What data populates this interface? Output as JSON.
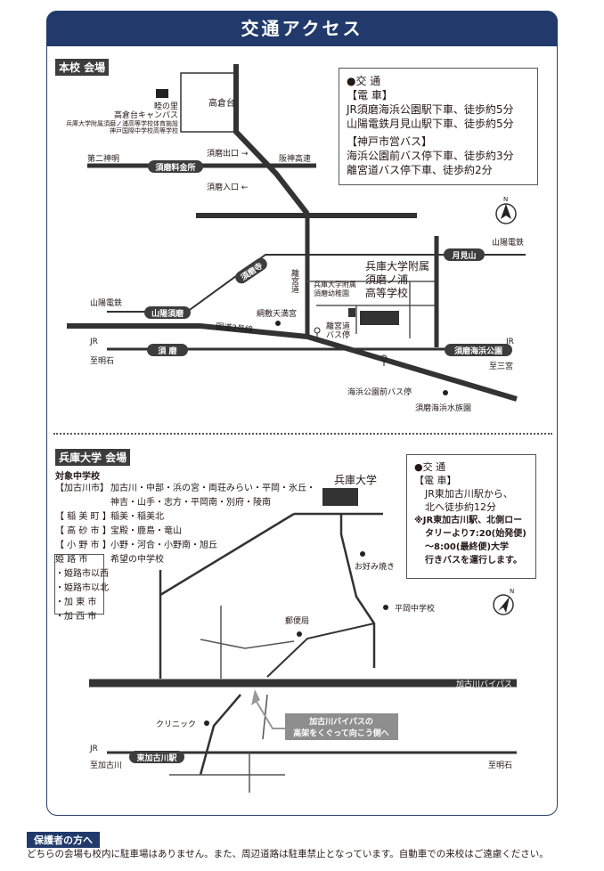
{
  "title": "交通アクセス",
  "section1": {
    "label": "本校 会場",
    "info_box": {
      "heading": "●交 通",
      "train_label": "【電 車】",
      "train_lines": [
        "JR須磨海浜公園駅下車、徒歩約5分",
        "山陽電鉄月見山駅下車、徒歩約5分"
      ],
      "bus_label": "【神戸市営バス】",
      "bus_lines": [
        "海浜公園前バス停下車、徒歩約3分",
        "離宮道バス停下車、徒歩約2分"
      ]
    },
    "map_labels": {
      "campus_box": "高倉台",
      "campus_lines": [
        "睦の里",
        "高倉台キャンパス",
        "兵庫大学附属須磨ノ浦高等学校体育施設",
        "神戸国際中学校高等学校"
      ],
      "sumade": "須磨出口 →",
      "hanshin": "阪神高速",
      "daini": "第二神明",
      "ryokin": "須磨料金所",
      "sumairi": "須磨入口 ←",
      "sanyo_right": "山陽電鉄",
      "tsukimiyama": "月見山",
      "rikyumichi": "離宮道",
      "main_school": [
        "兵庫大学附属",
        "須磨ノ浦",
        "高等学校"
      ],
      "youchien": [
        "兵庫大学附属",
        "須磨幼稚園"
      ],
      "sumadera": "須磨寺",
      "sanyo_left": "山陽電鉄",
      "sanyo_suma": "山陽須磨",
      "tsunashiki": "綱敷天満宮",
      "kokudo": "国道2号線",
      "rikyu_bus": [
        "離宮道",
        "バス停"
      ],
      "jr_left": "JR",
      "jr_right": "JR",
      "suma": "須 磨",
      "suma_kaihin": "須磨海浜公園",
      "to_akashi": "至明石",
      "to_sannomiya": "至三宮",
      "kaihin_bus": "海浜公園前バス停",
      "aquarium": "須磨海浜水族園",
      "north": "N"
    }
  },
  "section2": {
    "label": "兵庫大学 会場",
    "schools_heading": "対象中学校",
    "schools": [
      {
        "area": "【加古川市】",
        "names": "加古川・中部・浜の宮・両荘みらい・平岡・氷丘・"
      },
      {
        "area": "",
        "names": "神吉・山手・志方・平岡南・別府・陵南"
      },
      {
        "area": "【 稲 美 町 】",
        "names": "稲美・稲美北"
      },
      {
        "area": "【 高 砂 市 】",
        "names": "宝殿・鹿島・竜山"
      },
      {
        "area": "【 小 野 市 】",
        "names": "小野・河合・小野南・旭丘"
      },
      {
        "area": " 姫 路 市 ",
        "names": "希望の中学校"
      },
      {
        "area": "・姫路市以西",
        "names": ""
      },
      {
        "area": "・姫路市以北",
        "names": ""
      },
      {
        "area": "・加 東 市",
        "names": ""
      },
      {
        "area": "・加 西 市",
        "names": ""
      }
    ],
    "info_box": {
      "heading": "●交 通",
      "train_label": "【電 車】",
      "train_lines": [
        "JR東加古川駅から、",
        "北へ徒歩約12分"
      ],
      "bus_lines": [
        "※JR東加古川駅、北側ロー",
        "タリーより7:20(始発便)",
        "～8:00(最終便)大学",
        "行きバスを運行します。"
      ]
    },
    "map_labels": {
      "university": "兵庫大学",
      "okonomiyaki": "お好み焼き",
      "hiraoka": "平岡中学校",
      "post": "郵便局",
      "bypass": "加古川バイパス",
      "clinic": "クリニック",
      "callout": [
        "加古川バイパスの",
        "高架をくぐって向こう側へ"
      ],
      "jr": "JR",
      "station": "東加古川駅",
      "to_kakogawa": "至加古川",
      "to_akashi": "至明石",
      "north": "N"
    }
  },
  "notice": {
    "label": "保護者の方へ",
    "text": "どちらの会場も校内に駐車場はありません。また、周辺道路は駐車禁止となっています。自動車での来校はご遠慮ください。"
  }
}
